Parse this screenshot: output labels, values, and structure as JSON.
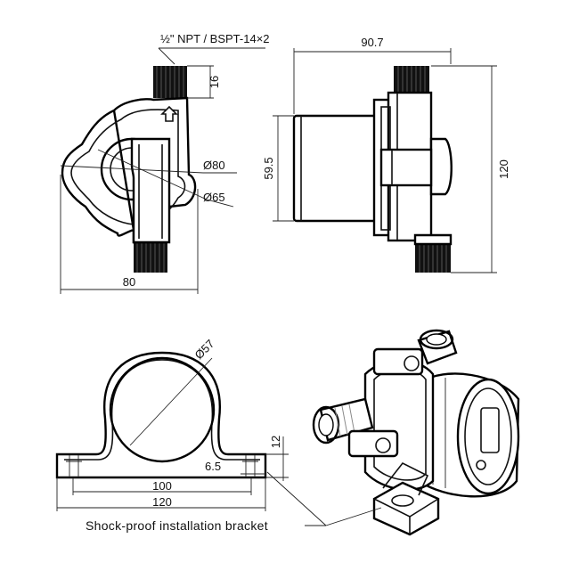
{
  "labels": {
    "thread_spec": "½\" NPT / BSPT-14×2",
    "caption": "Shock-proof installation bracket"
  },
  "dimensions": {
    "top_length": "90.7",
    "thread_length": "16",
    "flange_dia": "Ø80",
    "body_dia": "Ø65",
    "front_width": "80",
    "side_height": "120",
    "motor_height": "59.5",
    "bracket_bore": "Ø57",
    "bracket_height": "12",
    "hole_offset": "6.5",
    "hole_spacing": "100",
    "bracket_width": "120"
  }
}
